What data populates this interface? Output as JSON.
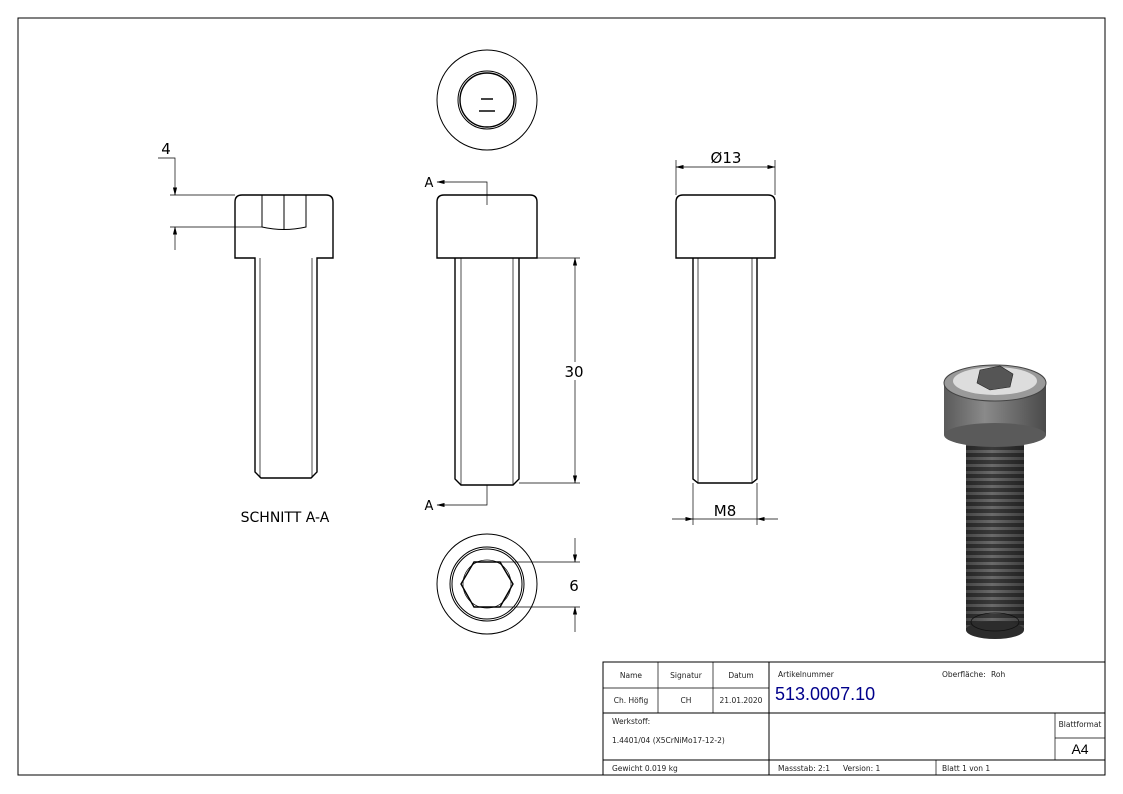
{
  "views": {
    "section_label": "SCHNITT A-A",
    "section_marker": "A",
    "dim_head_depth": "4",
    "dim_length": "30",
    "dim_head_diameter": "Ø13",
    "dim_thread": "M8",
    "dim_socket": "6"
  },
  "title_block": {
    "name_header": "Name",
    "signatur_header": "Signatur",
    "datum_header": "Datum",
    "name": "Ch. Höfig",
    "signatur": "CH",
    "datum": "21.01.2020",
    "artikelnummer_label": "Artikelnummer",
    "artikelnummer": "513.0007.10",
    "oberflaeche_label": "Oberfläche:",
    "oberflaeche": "Roh",
    "werkstoff_label": "Werkstoff:",
    "werkstoff": "1.4401/04 (X5CrNiMo17-12-2)",
    "blattformat_label": "Blattformat",
    "blattformat": "A4",
    "gewicht": "Gewicht 0.019 kg",
    "massstab": "Massstab: 2:1",
    "version": "Version: 1",
    "blatt": "Blatt 1 von 1"
  }
}
